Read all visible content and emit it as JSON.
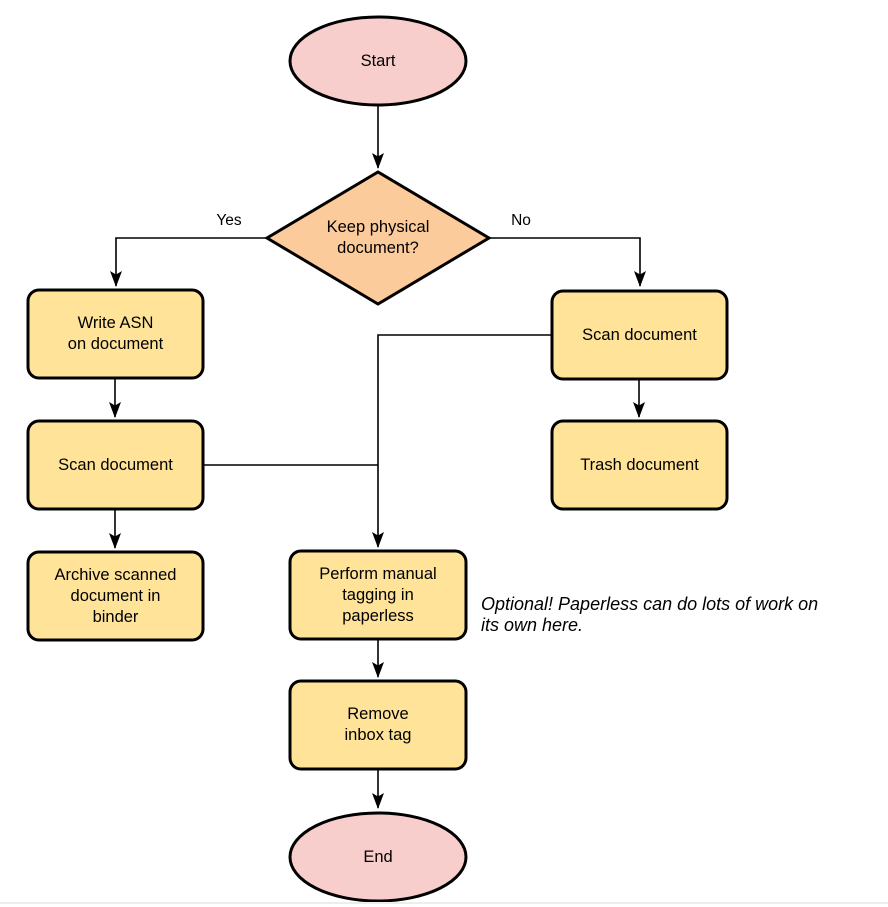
{
  "diagram": {
    "nodes": {
      "start": {
        "label": "Start"
      },
      "decision": {
        "label": "Keep physical\ndocument?"
      },
      "write_asn": {
        "label": "Write ASN\non document"
      },
      "scan_left": {
        "label": "Scan document"
      },
      "archive": {
        "label": "Archive scanned\ndocument in\nbinder"
      },
      "scan_right": {
        "label": "Scan document"
      },
      "trash": {
        "label": "Trash document"
      },
      "tagging": {
        "label": "Perform manual\ntagging in\npaperless"
      },
      "remove_inbox": {
        "label": "Remove\ninbox tag"
      },
      "end": {
        "label": "End"
      }
    },
    "edge_labels": {
      "yes": "Yes",
      "no": "No"
    },
    "annotation": "Optional! Paperless can do lots of work on\nits own here.",
    "colors": {
      "terminal_fill": "#f8cecc",
      "decision_fill": "#fccb9c",
      "process_fill": "#ffe399",
      "stroke": "#000000"
    }
  }
}
